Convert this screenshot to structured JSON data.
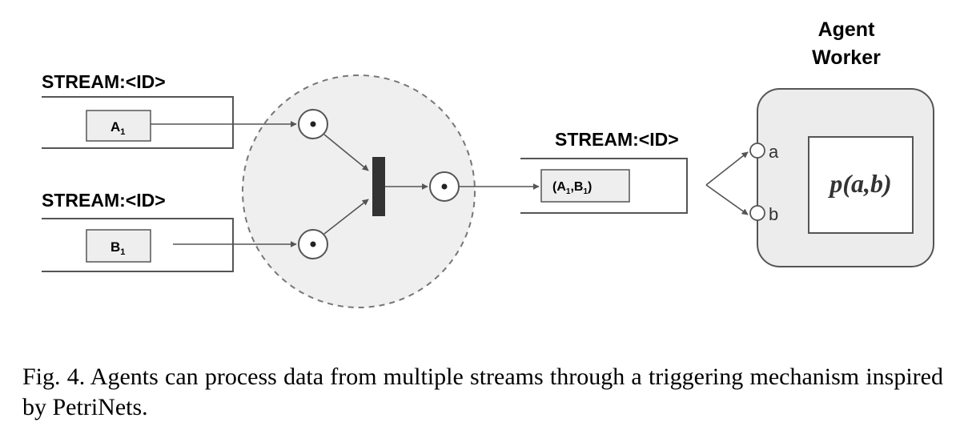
{
  "diagram": {
    "input_stream_top": {
      "title": "STREAM:<ID>",
      "message_letter": "A",
      "message_subscript": "1"
    },
    "input_stream_bottom": {
      "title": "STREAM:<ID>",
      "message_letter": "B",
      "message_subscript": "1"
    },
    "output_stream": {
      "title": "STREAM:<ID>",
      "message_parts": [
        "(A",
        "1",
        ",B",
        "1",
        ")"
      ]
    },
    "agent_worker": {
      "title_line1": "Agent",
      "title_line2": "Worker",
      "port_a": "a",
      "port_b": "b",
      "function": "p(a,b)"
    },
    "colors": {
      "line": "#555555",
      "box_fill": "#eeeeee",
      "transition_bar": "#333333",
      "agent_fill": "#ececec",
      "dashed_circle": "#777777"
    }
  },
  "caption": "Fig. 4.  Agents can process data from multiple streams through a triggering mechanism inspired by PetriNets."
}
